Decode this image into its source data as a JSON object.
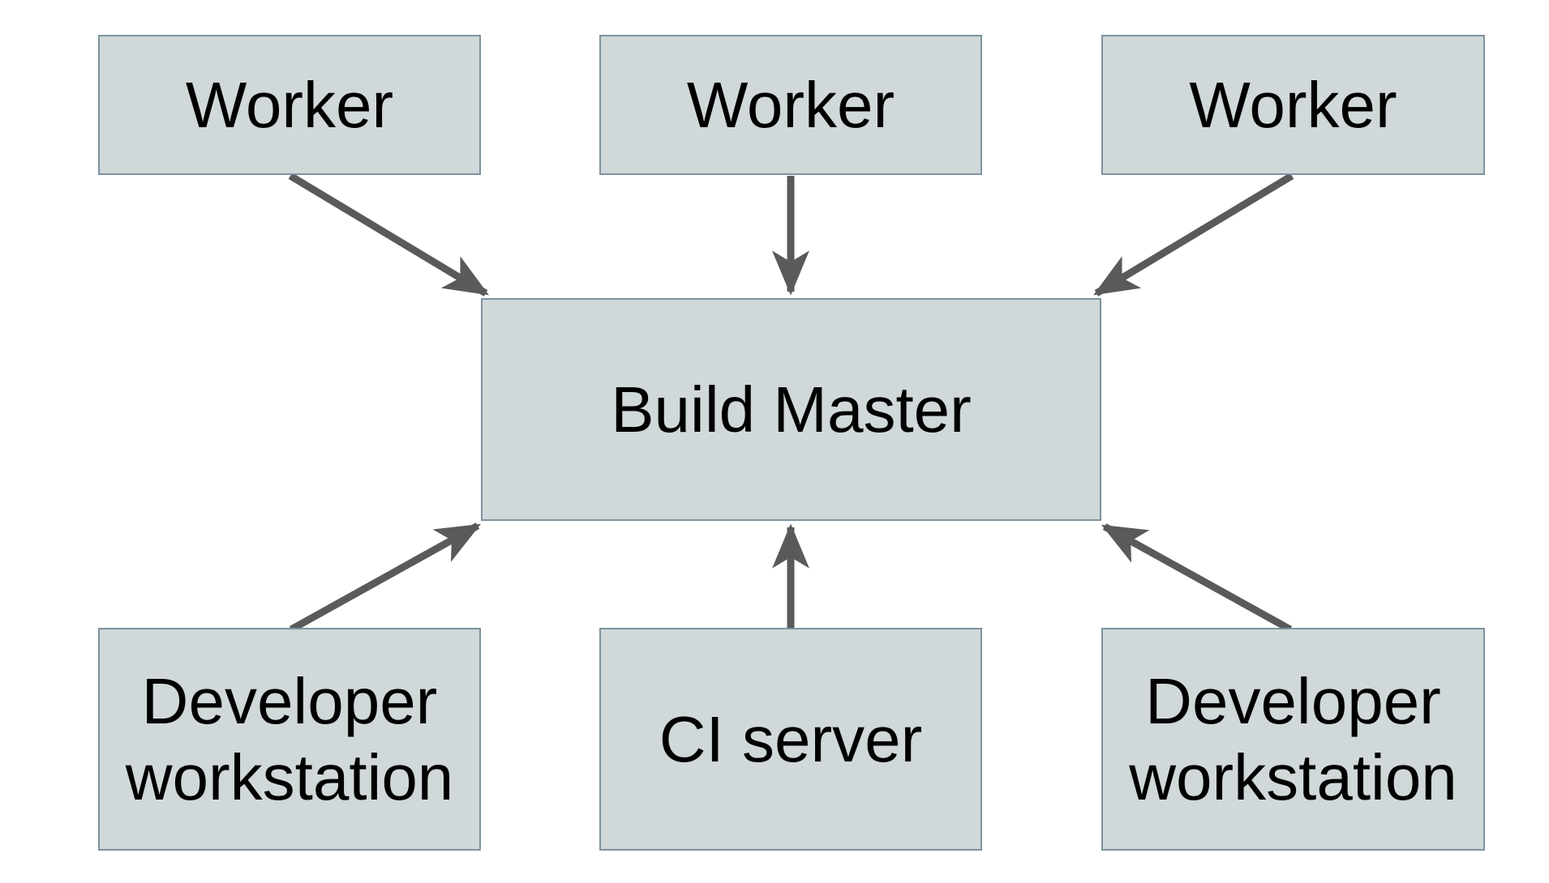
{
  "diagram": {
    "type": "architecture-diagram",
    "nodes": {
      "worker1": {
        "label": "Worker"
      },
      "worker2": {
        "label": "Worker"
      },
      "worker3": {
        "label": "Worker"
      },
      "build_master": {
        "label": "Build Master"
      },
      "dev_left": {
        "label": "Developer workstation"
      },
      "ci_server": {
        "label": "CI server"
      },
      "dev_right": {
        "label": "Developer workstation"
      }
    },
    "edges": [
      {
        "from": "worker1",
        "to": "build_master"
      },
      {
        "from": "worker2",
        "to": "build_master"
      },
      {
        "from": "worker3",
        "to": "build_master"
      },
      {
        "from": "dev_left",
        "to": "build_master"
      },
      {
        "from": "ci_server",
        "to": "build_master"
      },
      {
        "from": "dev_right",
        "to": "build_master"
      }
    ],
    "colors": {
      "background": "#ffffff",
      "node_fill": "#d1d8da",
      "node_border": "#7d929e",
      "arrow": "#595a5c",
      "text": "#000000"
    }
  }
}
